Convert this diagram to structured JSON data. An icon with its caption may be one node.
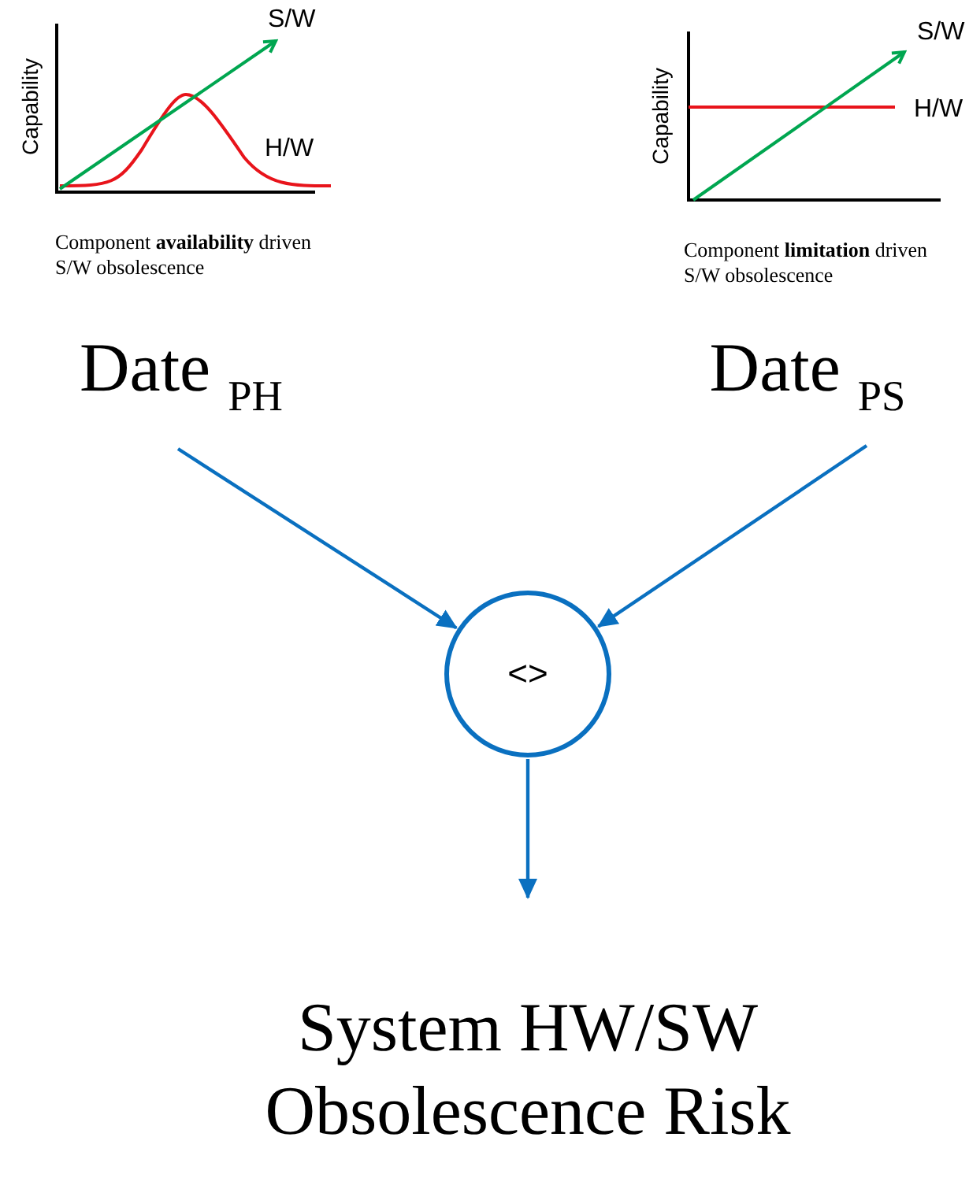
{
  "diagram": {
    "nodes": [
      {
        "text": [
          "Date $_{PH}$"
        ]
      },
      {
        "text": [
          "Date $_{PS}$"
        ]
      },
      {
        "text": [
          "<>"
        ]
      },
      {
        "text": [
          "System HW/SW Obsolescence Risk"
        ]
      }
    ],
    "edges": [
      {
        "from": 0,
        "to": 2,
        "arrow": "to"
      },
      {
        "from": 1,
        "to": 2,
        "arrow": "to"
      },
      {
        "from": 2,
        "to": 3,
        "arrow": "to"
      }
    ],
    "labels": [
      "S/W",
      "Capability",
      "H/W",
      "Component **availability** driven S/W obsolescence",
      "S/W",
      "Capability",
      "H/W",
      "Component **limitation** driven S/W obsolescence"
    ]
  }
}
